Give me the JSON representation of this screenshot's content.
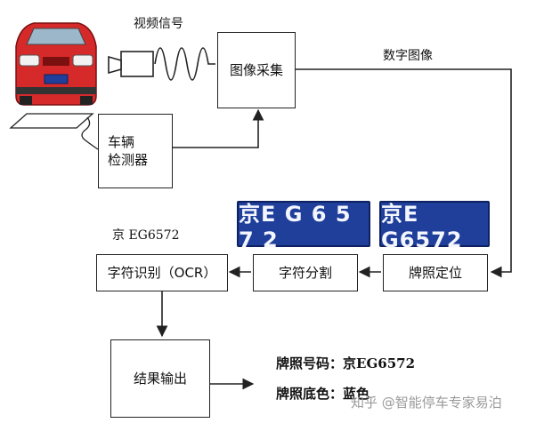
{
  "labels": {
    "video_signal": "视频信号",
    "digital_image": "数字图像",
    "plate_sample": "京 EG6572"
  },
  "boxes": {
    "image_capture": "图像采集",
    "vehicle_detector_line1": "车辆",
    "vehicle_detector_line2": "检测器",
    "plate_locate": "牌照定位",
    "char_segment": "字符分割",
    "char_recognize": "字符识别（OCR）",
    "result_output": "结果输出"
  },
  "plates": {
    "segmented": "京E G 6 5 7 2",
    "located": "京E G6572"
  },
  "results": {
    "plate_number_label": "牌照号码：",
    "plate_number_value": "京EG6572",
    "plate_color_label": "牌照底色：",
    "plate_color_value": "蓝色"
  },
  "watermark": "知乎 @智能停车专家易泊",
  "colors": {
    "line": "#222222",
    "plate_blue": "#1f3f9a",
    "car_red": "#d62a2a"
  }
}
